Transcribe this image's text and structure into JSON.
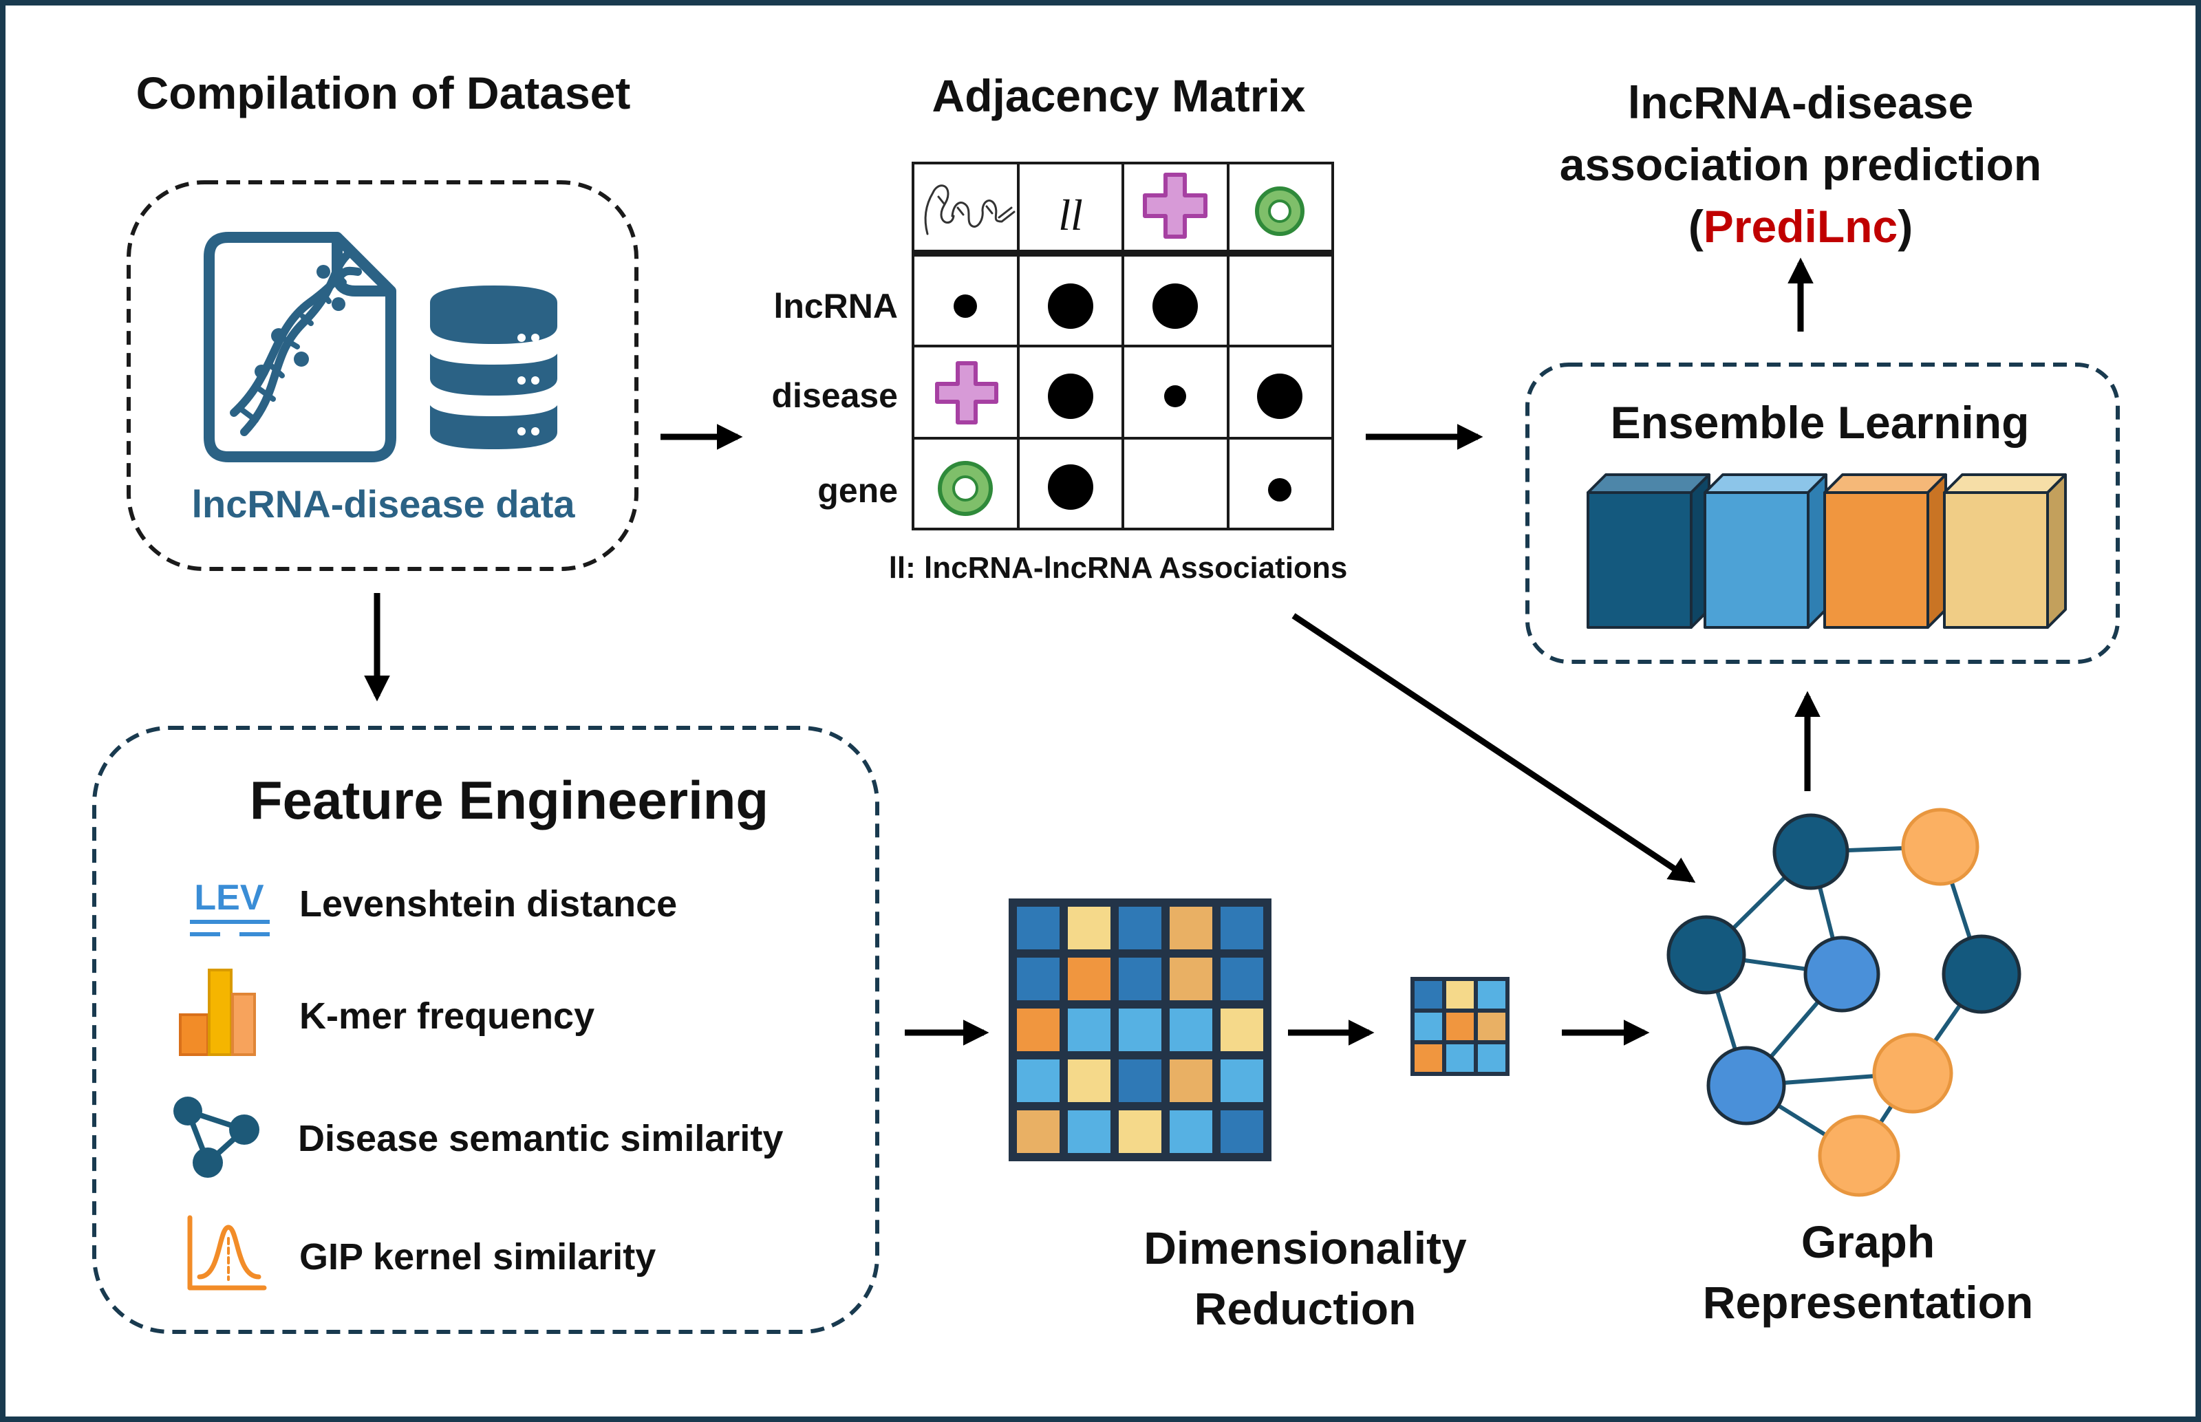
{
  "dataset": {
    "title": "Compilation of Dataset",
    "box_label": "lncRNA-disease data",
    "file_icon": "dna-file-icon",
    "database_icon": "database-icon"
  },
  "adjacency": {
    "title": "Adjacency Matrix",
    "header_icons": [
      "lncrna-structure-icon",
      "ll-symbol-icon",
      "disease-plus-icon",
      "gene-ring-icon"
    ],
    "ll_symbol": "ll",
    "row_labels": [
      "lncRNA",
      "disease",
      "gene"
    ],
    "cells": [
      [
        "dot-small",
        "dot-large",
        "dot-large",
        "empty"
      ],
      [
        "plus-icon",
        "dot-large",
        "dot-small",
        "dot-large"
      ],
      [
        "ring-icon",
        "dot-large",
        "empty",
        "dot-small"
      ]
    ],
    "note": "ll: lncRNA-lncRNA Associations"
  },
  "prediction": {
    "title_lines": [
      "lncRNA-disease",
      "association prediction"
    ],
    "paren_open": "(",
    "name": "PrediLnc",
    "paren_close": ")",
    "name_color": "#c00000"
  },
  "ensemble": {
    "title": "Ensemble Learning",
    "blocks": [
      "#14597e",
      "#4da2d6",
      "#f0963f",
      "#f0cd86"
    ]
  },
  "features": {
    "title": "Feature Engineering",
    "items": [
      {
        "icon": "lev-icon",
        "icon_text": "LEV",
        "label": "Levenshtein distance"
      },
      {
        "icon": "bar-chart-icon",
        "label": "K-mer frequency"
      },
      {
        "icon": "network-icon",
        "label": "Disease semantic similarity"
      },
      {
        "icon": "gaussian-curve-icon",
        "label": "GIP kernel similarity"
      }
    ]
  },
  "dimensionality": {
    "title_lines": [
      "Dimensionality",
      "Reduction"
    ]
  },
  "graph": {
    "title_lines": [
      "Graph",
      "Representation"
    ]
  },
  "colors": {
    "dark_blue": "#14597e",
    "mid_blue": "#4a90d9",
    "light_blue": "#56b1e3",
    "orange": "#f0963f",
    "light_orange": "#fbb062",
    "yellow": "#f5d98a",
    "purple": "#a640a2",
    "green": "#2f8a3a",
    "frame": "#193a4f"
  }
}
